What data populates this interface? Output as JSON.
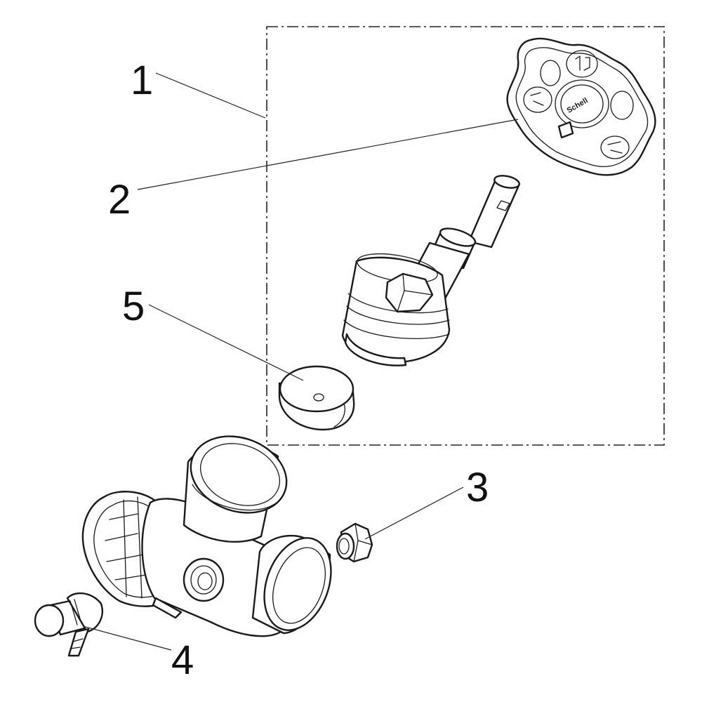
{
  "diagram": {
    "callouts": [
      {
        "id": "1",
        "label": "1"
      },
      {
        "id": "2",
        "label": "2"
      },
      {
        "id": "3",
        "label": "3"
      },
      {
        "id": "4",
        "label": "4"
      },
      {
        "id": "5",
        "label": "5"
      }
    ],
    "handwheel_brand_text": "Schell",
    "colors": {
      "line": "#1a1a1a",
      "background": "#ffffff"
    }
  }
}
